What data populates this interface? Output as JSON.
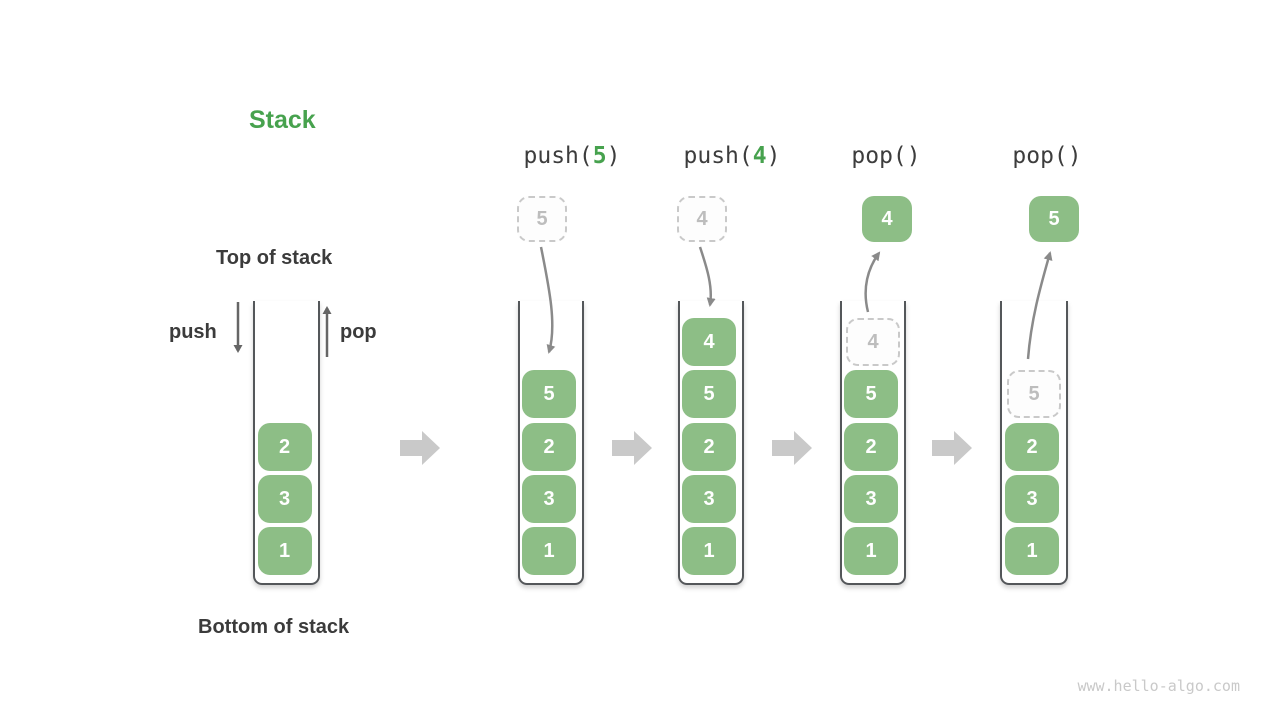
{
  "title": "Stack",
  "legend": {
    "top_of_stack": "Top of stack",
    "bottom_of_stack": "Bottom of stack",
    "push_label": "push",
    "pop_label": "pop"
  },
  "operations": [
    {
      "name": "push-5",
      "text_prefix": "push(",
      "arg": "5",
      "text_suffix": ")"
    },
    {
      "name": "push-4",
      "text_prefix": "push(",
      "arg": "4",
      "text_suffix": ")"
    },
    {
      "name": "pop-first",
      "text_prefix": "pop()",
      "arg": "",
      "text_suffix": ""
    },
    {
      "name": "pop-second",
      "text_prefix": "pop()",
      "arg": "",
      "text_suffix": ""
    }
  ],
  "stacks": [
    {
      "name": "initial-stack",
      "blocks": [
        {
          "value": "2",
          "type": "solid"
        },
        {
          "value": "3",
          "type": "solid"
        },
        {
          "value": "1",
          "type": "solid"
        }
      ]
    },
    {
      "name": "after-push-5",
      "blocks": [
        {
          "value": "5",
          "type": "solid"
        },
        {
          "value": "2",
          "type": "solid"
        },
        {
          "value": "3",
          "type": "solid"
        },
        {
          "value": "1",
          "type": "solid"
        }
      ]
    },
    {
      "name": "after-push-4",
      "blocks": [
        {
          "value": "4",
          "type": "solid"
        },
        {
          "value": "5",
          "type": "solid"
        },
        {
          "value": "2",
          "type": "solid"
        },
        {
          "value": "3",
          "type": "solid"
        },
        {
          "value": "1",
          "type": "solid"
        }
      ]
    },
    {
      "name": "after-pop-4",
      "blocks": [
        {
          "value": "4",
          "type": "ghost"
        },
        {
          "value": "5",
          "type": "solid"
        },
        {
          "value": "2",
          "type": "solid"
        },
        {
          "value": "3",
          "type": "solid"
        },
        {
          "value": "1",
          "type": "solid"
        }
      ]
    },
    {
      "name": "after-pop-5",
      "blocks": [
        {
          "value": "5",
          "type": "ghost"
        },
        {
          "value": "2",
          "type": "solid"
        },
        {
          "value": "3",
          "type": "solid"
        },
        {
          "value": "1",
          "type": "solid"
        }
      ]
    }
  ],
  "floating": [
    {
      "value": "5",
      "type": "dashed",
      "name": "incoming-value-5"
    },
    {
      "value": "4",
      "type": "dashed",
      "name": "incoming-value-4"
    },
    {
      "value": "4",
      "type": "solid",
      "name": "popped-value-4"
    },
    {
      "value": "5",
      "type": "solid",
      "name": "popped-value-5"
    }
  ],
  "watermark": "www.hello-algo.com",
  "colors": {
    "accent_green": "#47a24e",
    "block_green": "#8dbe86",
    "text_dark": "#3b3b3b",
    "wall": "#54575a",
    "small_arrow": "#666666",
    "curve_arrow": "#8a8a8a",
    "big_arrow": "#c9c9c9",
    "ghost_border": "#c9c9c9",
    "ghost_text": "#bdbdbd",
    "watermark": "#c9c9c9"
  }
}
